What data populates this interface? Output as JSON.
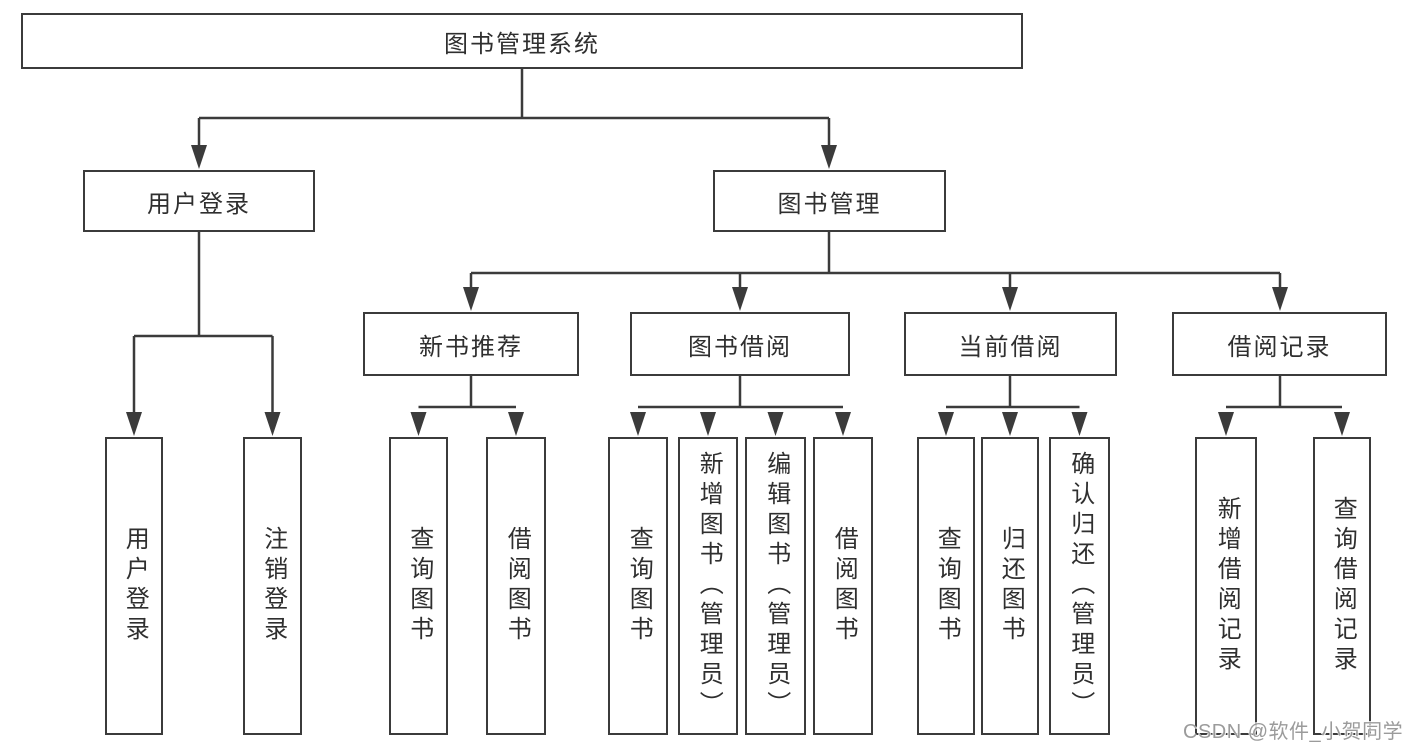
{
  "diagram_title": "图书管理系统",
  "watermark": "CSDN @软件_小贺同学",
  "colors": {
    "line": "#3b3b3b",
    "text": "#2f2f2f",
    "box_background": "#ffffff",
    "watermark": "#9b9b9b"
  },
  "tree": {
    "label": "图书管理系统",
    "children": [
      {
        "label": "用户登录",
        "children": [
          {
            "label": "用户登录"
          },
          {
            "label": "注销登录"
          }
        ]
      },
      {
        "label": "图书管理",
        "children": [
          {
            "label": "新书推荐",
            "children": [
              {
                "label": "查询图书"
              },
              {
                "label": "借阅图书"
              }
            ]
          },
          {
            "label": "图书借阅",
            "children": [
              {
                "label": "查询图书"
              },
              {
                "label": "新增图书（管理员）"
              },
              {
                "label": "编辑图书（管理员）"
              },
              {
                "label": "借阅图书"
              }
            ]
          },
          {
            "label": "当前借阅",
            "children": [
              {
                "label": "查询图书"
              },
              {
                "label": "归还图书"
              },
              {
                "label": "确认归还（管理员）"
              }
            ]
          },
          {
            "label": "借阅记录",
            "children": [
              {
                "label": "新增借阅记录"
              },
              {
                "label": "查询借阅记录"
              }
            ]
          }
        ]
      }
    ]
  }
}
